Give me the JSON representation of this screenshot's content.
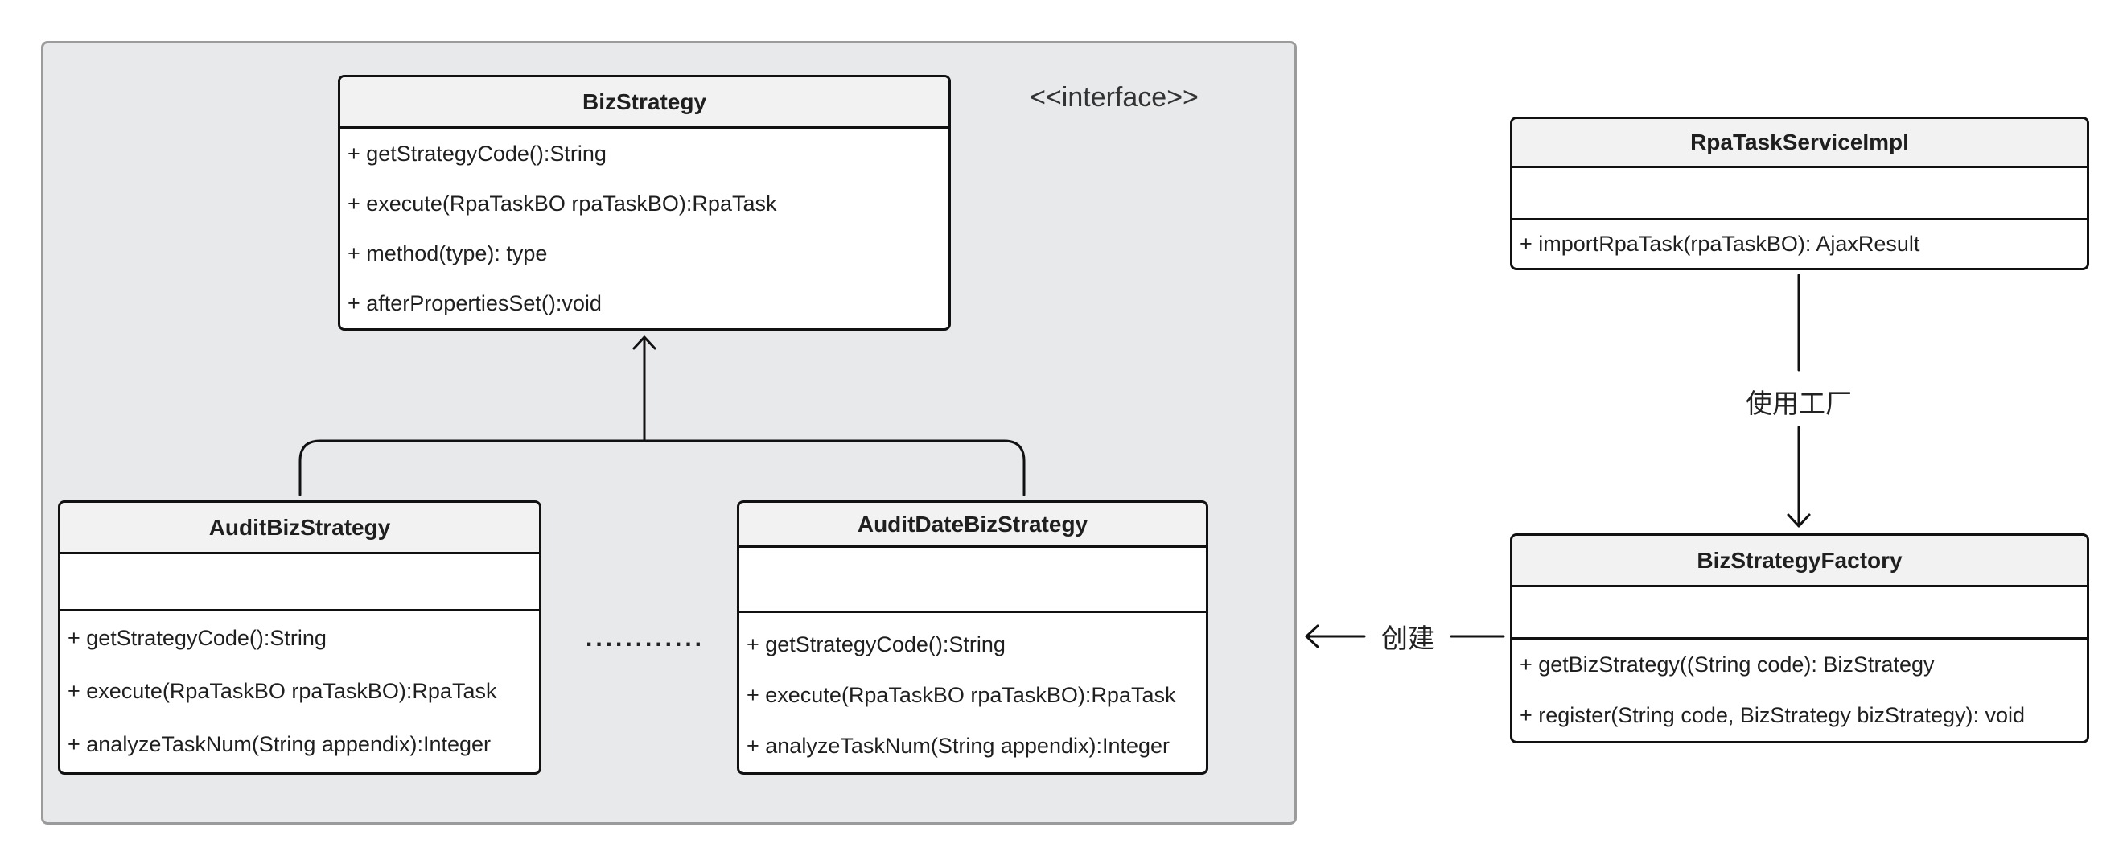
{
  "interface_label": "<<interface>>",
  "classes": {
    "biz_strategy": {
      "name": "BizStrategy",
      "methods": [
        "+ getStrategyCode():String",
        "+ execute(RpaTaskBO rpaTaskBO):RpaTask",
        "+ method(type): type",
        "+ afterPropertiesSet():void"
      ]
    },
    "audit_biz_strategy": {
      "name": "AuditBizStrategy",
      "methods": [
        "+ getStrategyCode():String",
        "+ execute(RpaTaskBO rpaTaskBO):RpaTask",
        "+ analyzeTaskNum(String appendix):Integer"
      ]
    },
    "audit_date_biz_strategy": {
      "name": "AuditDateBizStrategy",
      "methods": [
        "+ getStrategyCode():String",
        "+ execute(RpaTaskBO rpaTaskBO):RpaTask",
        "+ analyzeTaskNum(String appendix):Integer"
      ]
    },
    "rpa_task_service_impl": {
      "name": "RpaTaskServiceImpl",
      "methods": [
        "+ importRpaTask(rpaTaskBO): AjaxResult"
      ]
    },
    "biz_strategy_factory": {
      "name": "BizStrategyFactory",
      "methods": [
        "+ getBizStrategy((String code): BizStrategy",
        "+  register(String code, BizStrategy bizStrategy): void"
      ]
    }
  },
  "ellipsis": "............",
  "relations": {
    "uses_factory": "使用工厂",
    "creates": "创建"
  },
  "colors": {
    "group_fill": "#e8e9eb",
    "group_border": "#9b9b9b",
    "header_fill": "#f2f2f2",
    "stroke": "#111111"
  }
}
